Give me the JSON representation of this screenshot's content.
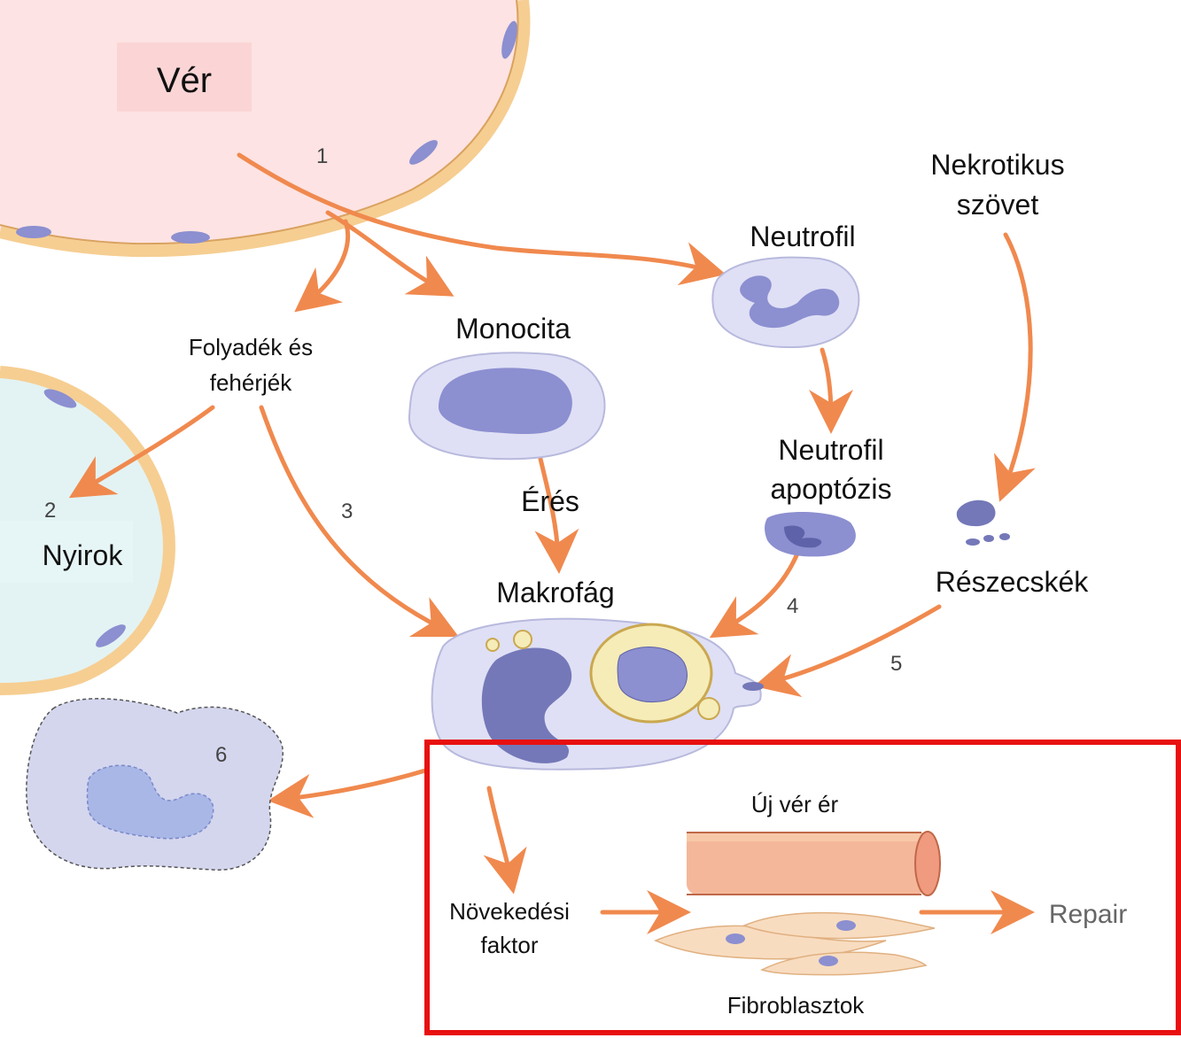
{
  "labels": {
    "ver": "Vér",
    "nekrotikus_1": "Nekrotikus",
    "nekrotikus_2": "szövet",
    "neutrofil": "Neutrofil",
    "folyadek_1": "Folyadék és",
    "folyadek_2": "fehérjék",
    "monocita": "Monocita",
    "neutrofil_apoptozis_1": "Neutrofil",
    "neutrofil_apoptozis_2": "apoptózis",
    "eres": "Érés",
    "nyirok": "Nyirok",
    "makrofag": "Makrofág",
    "reszecskek": "Részecskék",
    "uj_ver_er": "Új vér ér",
    "novekedesi_1": "Növekedési",
    "novekedesi_2": "faktor",
    "repair": "Repair",
    "fibroblasztok": "Fibroblasztok"
  },
  "step_numbers": {
    "n1": "1",
    "n2": "2",
    "n3": "3",
    "n4": "4",
    "n5": "5",
    "n6": "6"
  },
  "colors": {
    "vessel_fill": "#fde3e3",
    "vessel_wall": "#f6ce92",
    "lymph_fill": "#e3f3f3",
    "cell_fill": "#dfe0f5",
    "nucleus": "#8c8fd0",
    "arrow": "#f0894e",
    "highlight_box": "#e81010",
    "label_bg_ver": "#fbd5d5"
  }
}
